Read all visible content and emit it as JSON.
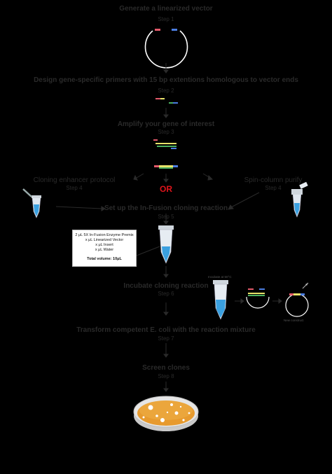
{
  "steps": [
    {
      "title": "Generate a linearized vector",
      "label": "Step 1"
    },
    {
      "title": "Design gene-specific primers with 15 bp extentions homologous to vector ends",
      "label": "Step 2"
    },
    {
      "title": "Amplify your gene of interest",
      "label": "Step 3"
    },
    {
      "title": "Set up the In-Fusion cloning reaction",
      "label": "Step 5"
    },
    {
      "title": "Incubate cloning reaction",
      "label": "Step 6"
    },
    {
      "title": "Transform competent E. coli with the reaction mixture",
      "label": "Step 7"
    },
    {
      "title": "Screen clones",
      "label": "Step 8"
    }
  ],
  "branch_left": {
    "title": "Cloning enhancer protocol",
    "label": "Step 4"
  },
  "branch_right": {
    "title": "Spin-column purify",
    "label": "Step 4"
  },
  "or_label": "OR",
  "reaction_box": {
    "lines": [
      "2 μL 5X In-Fusion Enzyme Premix",
      "x μL Linearized Vector",
      "x μL Insert",
      "x μL Water"
    ],
    "total": "Total volume: 10μL"
  },
  "incubate_labels": {
    "tube_top": "Incubate at 50°C",
    "result": "New construct"
  },
  "colors": {
    "vector_red": "#e35a6a",
    "vector_blue": "#4b7de0",
    "insert_yellow": "#e8e36a",
    "insert_green": "#4cb060",
    "liquid_blue": "#3aa0e0",
    "dish_orange": "#e79a2e",
    "or_red": "#e0141b"
  }
}
